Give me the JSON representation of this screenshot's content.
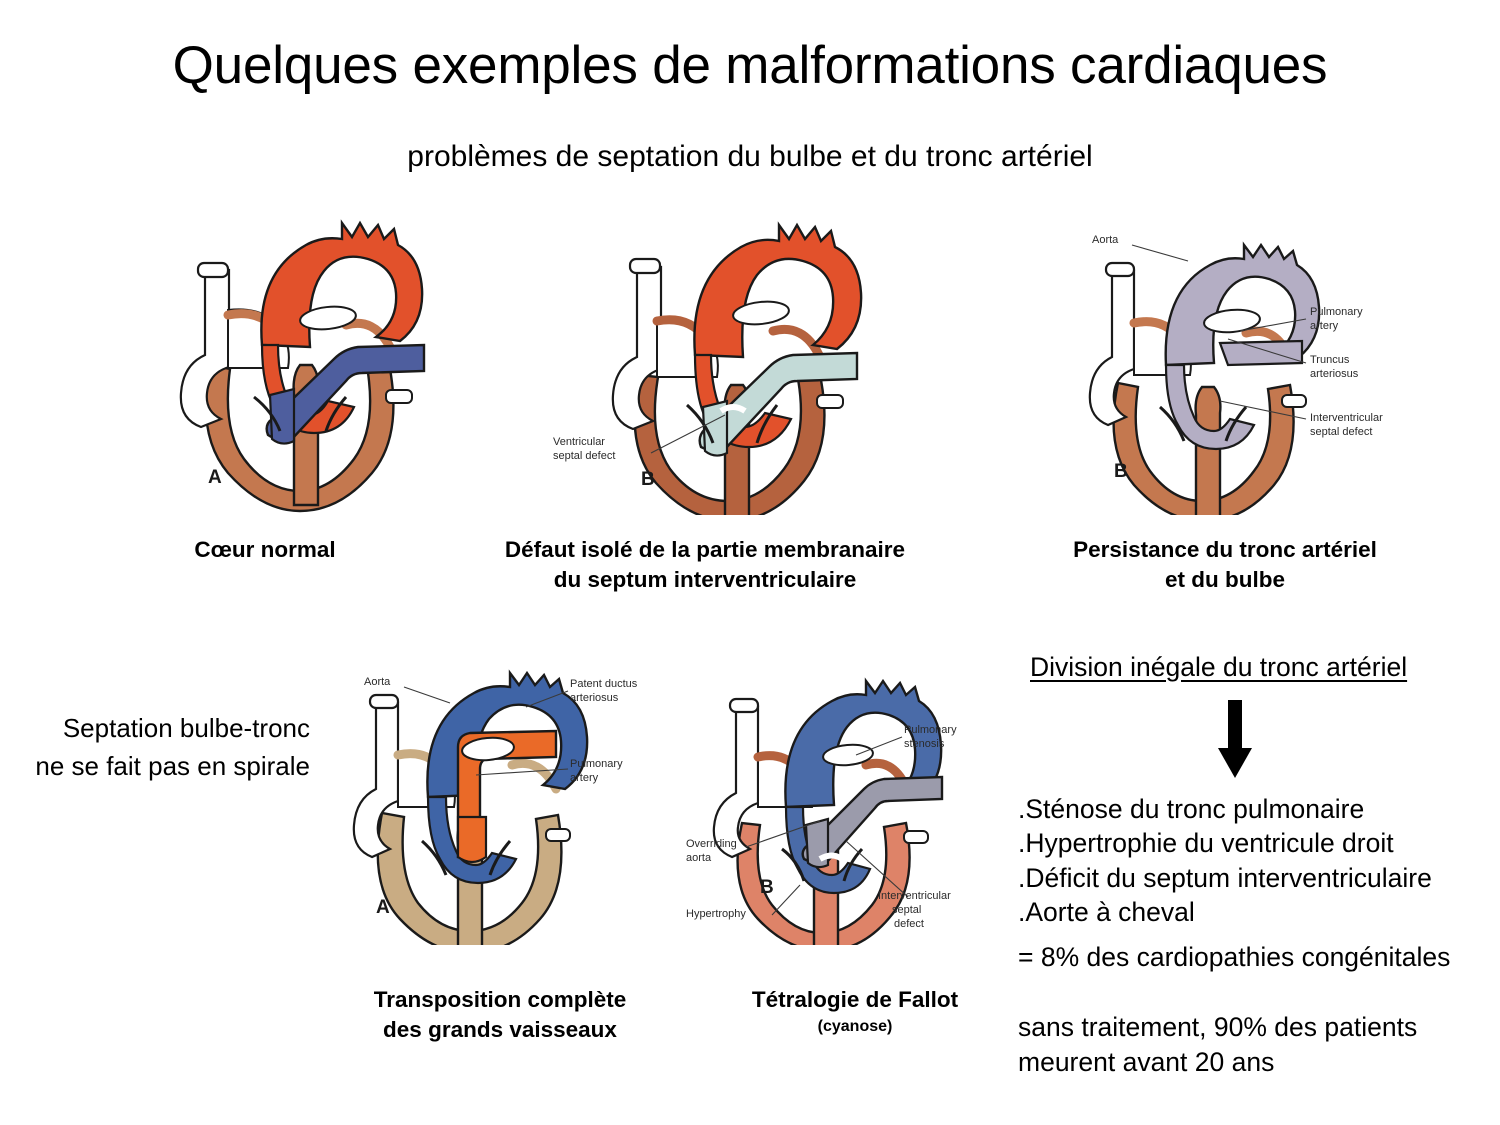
{
  "slide": {
    "title": "Quelques exemples de malformations cardiaques",
    "subtitle": "problèmes de septation du bulbe et du tronc artériel"
  },
  "colors": {
    "aorta_red": "#E2512B",
    "pulmonary_blue": "#4E5E9E",
    "ventricle_salmon": "#C4784F",
    "pulmonary_mint": "#C3DAD7",
    "truncus_lavender": "#B4AEC4",
    "aorta_blue": "#3F64A6",
    "pulmonary_orange": "#EA6A28",
    "ventricle_tan": "#C9AC83",
    "fallot_aorta_blue": "#4A6BA8",
    "fallot_stenosis_grey": "#9B9BAB",
    "fallot_ventricle": "#DE8368",
    "outline": "#1a1a1a",
    "text": "#000000"
  },
  "figures": [
    {
      "id": "normal-heart",
      "panel_letter": "A",
      "caption": "Cœur normal",
      "caption_lines": [
        "Cœur normal"
      ],
      "annotations": []
    },
    {
      "id": "vsd-heart",
      "panel_letter": "B",
      "caption_lines": [
        "Défaut isolé de la partie membranaire",
        "du septum interventriculaire"
      ],
      "annotations": [
        {
          "text_lines": [
            "Ventricular",
            "septal defect"
          ]
        }
      ]
    },
    {
      "id": "truncus-heart",
      "panel_letter": "B",
      "caption_lines": [
        "Persistance du tronc artériel",
        "et du bulbe"
      ],
      "annotations": [
        {
          "text_lines": [
            "Aorta"
          ]
        },
        {
          "text_lines": [
            "Pulmonary",
            "artery"
          ]
        },
        {
          "text_lines": [
            "Truncus",
            "arteriosus"
          ]
        },
        {
          "text_lines": [
            "Interventricular",
            "septal defect"
          ]
        }
      ]
    },
    {
      "id": "transposition-heart",
      "panel_letter": "A",
      "caption_lines": [
        "Transposition complète",
        "des grands vaisseaux"
      ],
      "annotations": [
        {
          "text_lines": [
            "Aorta"
          ]
        },
        {
          "text_lines": [
            "Patent ductus",
            "arteriosus"
          ]
        },
        {
          "text_lines": [
            "Pulmonary",
            "artery"
          ]
        }
      ]
    },
    {
      "id": "fallot-heart",
      "panel_letter": "B",
      "caption_lines": [
        "Tétralogie de Fallot"
      ],
      "caption_sub": "(cyanose)",
      "annotations": [
        {
          "text_lines": [
            "Pulmonary",
            "stenosis"
          ]
        },
        {
          "text_lines": [
            "Overriding",
            "aorta"
          ]
        },
        {
          "text_lines": [
            "Hypertrophy"
          ]
        },
        {
          "text_lines": [
            "Interventricular",
            "septal",
            "defect"
          ]
        }
      ]
    }
  ],
  "labels": {
    "normal_caption": "Cœur normal",
    "vsd_caption_1": "Défaut isolé de la partie membranaire",
    "vsd_caption_2": "du septum interventriculaire",
    "truncus_caption_1": "Persistance du tronc artériel",
    "truncus_caption_2": "et du bulbe",
    "transposition_caption_1": "Transposition complète",
    "transposition_caption_2": "des grands vaisseaux",
    "fallot_caption_1": "Tétralogie de Fallot",
    "fallot_caption_sub": "(cyanose)",
    "septation_note_1": "Septation bulbe-tronc",
    "septation_note_2": "ne se fait pas en spirale"
  },
  "diagram_text": {
    "vsd": {
      "l1": "Ventricular",
      "l2": "septal defect",
      "letter": "B"
    },
    "normal": {
      "letter": "A"
    },
    "truncus": {
      "aorta": "Aorta",
      "pa1": "Pulmonary",
      "pa2": "artery",
      "tr1": "Truncus",
      "tr2": "arteriosus",
      "ivsd1": "Interventricular",
      "ivsd2": "septal defect",
      "letter": "B"
    },
    "transposition": {
      "aorta": "Aorta",
      "pda1": "Patent ductus",
      "pda2": "arteriosus",
      "pa1": "Pulmonary",
      "pa2": "artery",
      "letter": "A"
    },
    "fallot": {
      "ps1": "Pulmonary",
      "ps2": "stenosis",
      "oa1": "Overriding",
      "oa2": "aorta",
      "hy1": "Hypertrophy",
      "ivsd1": "Interventricular",
      "ivsd2": "septal",
      "ivsd3": "defect",
      "letter": "B"
    }
  },
  "right_panel": {
    "heading": "Division inégale du tronc artériel",
    "arrow": "down-arrow",
    "bullets": [
      ".Sténose du tronc pulmonaire",
      ".Hypertrophie du ventricule droit",
      ".Déficit du septum interventriculaire",
      ".Aorte à cheval"
    ],
    "stat": "= 8% des cardiopathies congénitales",
    "outcome_1": "sans traitement, 90% des patients",
    "outcome_2": "meurent avant 20 ans"
  }
}
